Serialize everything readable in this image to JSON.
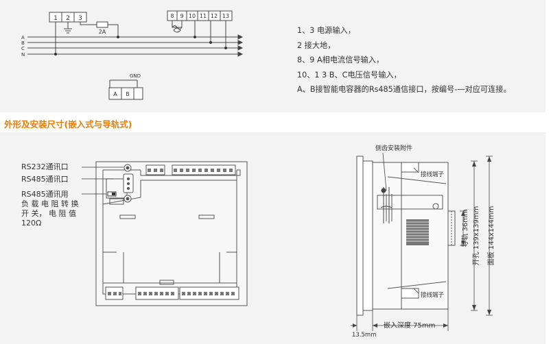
{
  "wiring": {
    "left_terminals": [
      "1",
      "2",
      "3"
    ],
    "right_terminals": [
      "8",
      "9",
      "10",
      "11",
      "12",
      "13"
    ],
    "fuse_label": "2A",
    "lines": [
      "A",
      "B",
      "C",
      "N"
    ],
    "gnd_label": "GND",
    "rs485_terminals": [
      "A",
      "B"
    ]
  },
  "legend": [
    "1、3 电源输入，",
    "2 接大地，",
    "8、9 A相电流信号输入，",
    "10、1 3 B、C电压信号输入，",
    "A、B接智能电容器的Rs485通信接口，按编号-—对应可连接。"
  ],
  "section_title": "外形及安装尺寸(嵌入式与导轨式)",
  "front_view": {
    "labels": {
      "rs232": "RS232通讯口",
      "rs485": "RS485通讯口",
      "switch_lines": [
        "RS485通讯用",
        "负 载 电 阻 转 换",
        "开 关， 电 阻 值",
        "120Ω"
      ]
    }
  },
  "side_view": {
    "side_mount": "侧齿安装附件",
    "terminal_top": "接线端子",
    "terminal_bottom": "接线端子",
    "rail_dim": "导轨 36mm",
    "cutout_dim": "开孔 139x139mm",
    "panel_dim": "面板 144x144mm",
    "offset_dim": "13.5mm",
    "depth_dim": "嵌入深度  75mm"
  }
}
